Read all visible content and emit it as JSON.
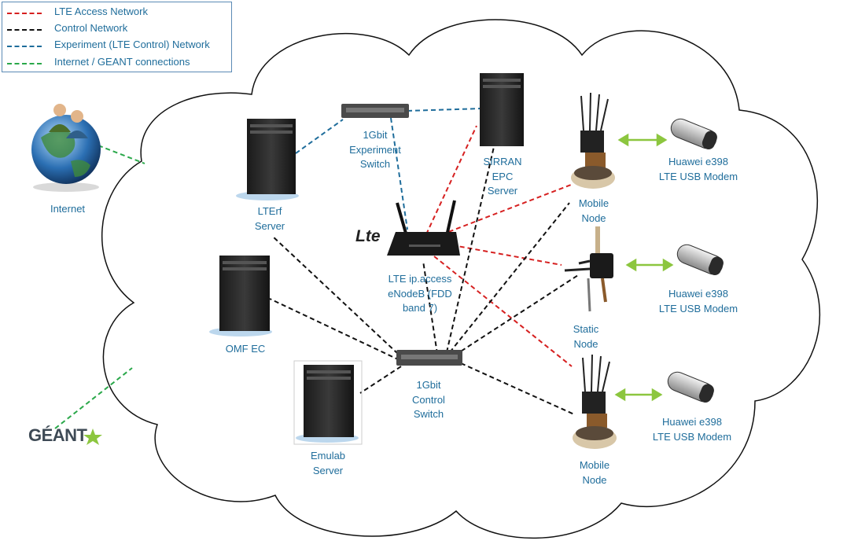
{
  "legend": [
    {
      "label": "LTE Access Network",
      "color": "#d62020"
    },
    {
      "label": "Control Network",
      "color": "#111111"
    },
    {
      "label": "Experiment (LTE Control) Network",
      "color": "#1f6d9b"
    },
    {
      "label": "Internet / GEANT connections",
      "color": "#2aa84a"
    }
  ],
  "nodes": {
    "internet": "Internet",
    "geant": "GÉANT",
    "lterf": "LTErf\nServer",
    "omf": "OMF EC",
    "emulab": "Emulab\nServer",
    "exp_switch": "1Gbit\nExperiment\nSwitch",
    "ctrl_switch": "1Gbit\nControl\nSwitch",
    "epc": "SIRRAN\nEPC\nServer",
    "enodeb": "LTE ip.access\neNodeB (FDD\nband 7)",
    "lte_logo": "Lte",
    "mobile1": "Mobile\nNode",
    "static": "Static\nNode",
    "mobile2": "Mobile\nNode",
    "modem1": "Huawei e398\nLTE USB Modem",
    "modem2": "Huawei e398\nLTE USB Modem",
    "modem3": "Huawei e398\nLTE USB Modem"
  }
}
